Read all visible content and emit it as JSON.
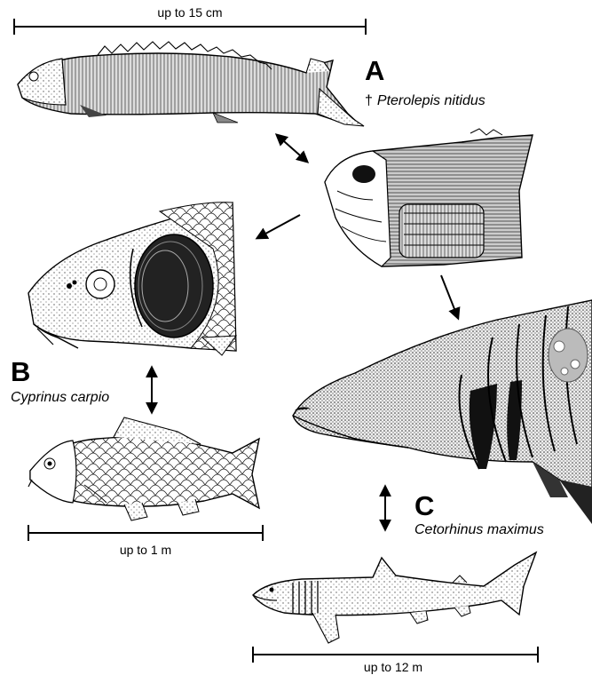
{
  "panels": [
    {
      "letter": "A",
      "dagger": "†",
      "species": "Pterolepis nitidus",
      "scale_label": "up to 15 cm"
    },
    {
      "letter": "B",
      "species": "Cyprinus carpio",
      "scale_label": "up to 1 m"
    },
    {
      "letter": "C",
      "species": "Cetorhinus maximus",
      "scale_label": "up to 12 m"
    }
  ]
}
